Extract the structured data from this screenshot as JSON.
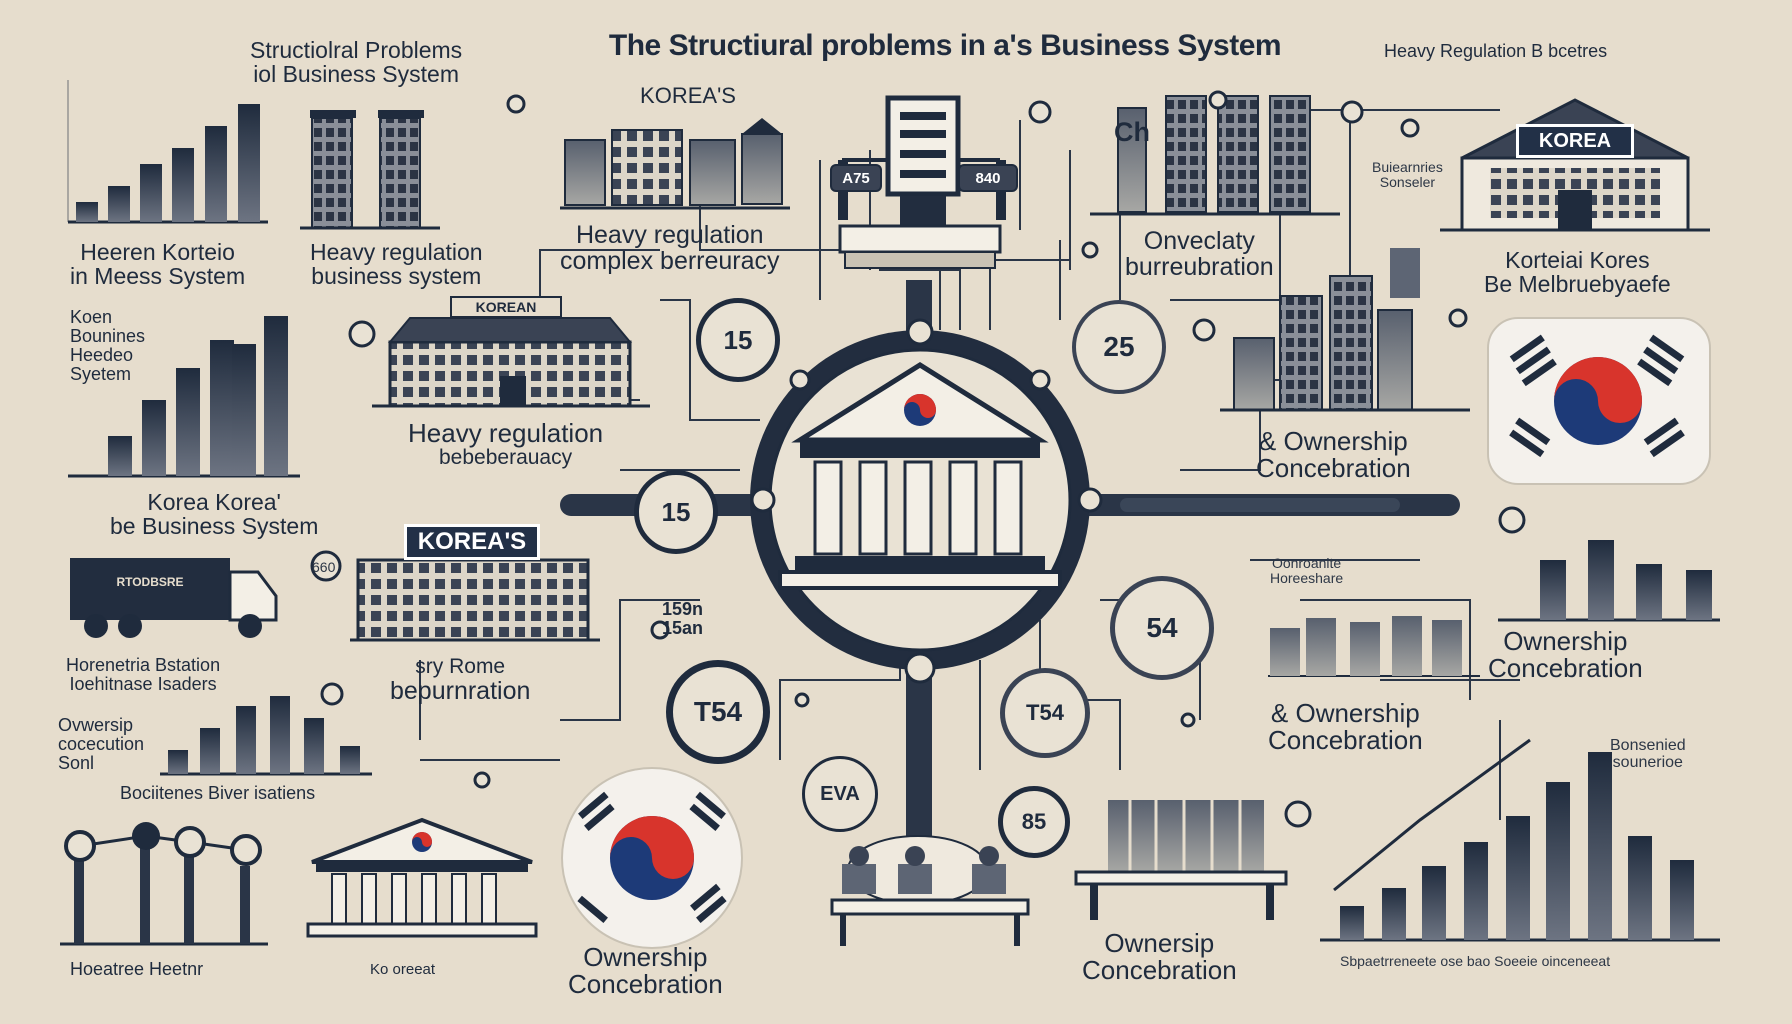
{
  "title": "The Structiural problems in a's Business System",
  "labels": {
    "tl_header": [
      "Structiolral Problems",
      "iol Business System"
    ],
    "left_1": [
      "Heeren Korteio",
      "in Meess System"
    ],
    "mid_1": [
      "Heavy regulation",
      "business system"
    ],
    "center_1": [
      "Heavy regulation",
      "complex berreuracy"
    ],
    "right_1": [
      "Onveclaty",
      "burreubration"
    ],
    "tr_header": [
      "Heavy Regulation B bcetres"
    ],
    "tr_mini": [
      "Buiearnries",
      "Sonseler"
    ],
    "far_right_1": [
      "Korteiai Kores",
      "Be Melbruebyaefe"
    ],
    "left_2": [
      "Koen",
      "Bounines",
      "Heedeo",
      "Syetem"
    ],
    "mid_2": [
      "Heavy regulation",
      "bebeberauacy"
    ],
    "right_2": [
      "& Ownership",
      "Concebration"
    ],
    "left_3": [
      "Korea Korea'",
      "be Business System"
    ],
    "right_3_mini": [
      "Oonroanite",
      "Horeeshare"
    ],
    "far_right_2": [
      "Ownership",
      "Concebration"
    ],
    "left_4": [
      "Horenetria Bstation",
      "Ioehitnase Isaders"
    ],
    "mid_4": [
      "sry Rome",
      "bepurnration"
    ],
    "right_4": [
      "& Ownership",
      "Concebration"
    ],
    "left_5": [
      "Ovwersip",
      "cocecution",
      "Sonl"
    ],
    "left_5b": [
      "Bociitenes Biver isatiens"
    ],
    "br_mini": [
      "Bonsenied",
      "sounerioe"
    ],
    "bottom_center": [
      "Ownership",
      "Concebration"
    ],
    "bottom_right": [
      "Ownersip",
      "Concebration"
    ],
    "bottom_left": [
      "Hoeatree Heetnr"
    ],
    "bottom_left_sign": [
      "Ko oreeat"
    ],
    "bottom_far_right": [
      "Sbpaetrreneete ose bao Soeeie oinceneeat"
    ]
  },
  "signs": {
    "korea_sign_top": "KOREA'S",
    "korea_sign_mid": "KOREA'S",
    "korea_sign_right": "KOREA",
    "truck": "RTODBSRE",
    "korean_building": "KOREAN"
  },
  "numbers": {
    "n1": "15",
    "n2": "25",
    "n3": "15",
    "n4": "54",
    "n5": "T54",
    "n6": "T54",
    "n7": "85",
    "n8": "EVA",
    "tag1": "A75",
    "tag2": "840",
    "tag3": "159n",
    "tag4": "15an",
    "tag5": "660",
    "tag6": "Ch"
  },
  "colors": {
    "background": "#e6ddcd",
    "ink": "#1f2b3d",
    "flag_red": "#d8342c",
    "flag_blue": "#1d3a78"
  }
}
